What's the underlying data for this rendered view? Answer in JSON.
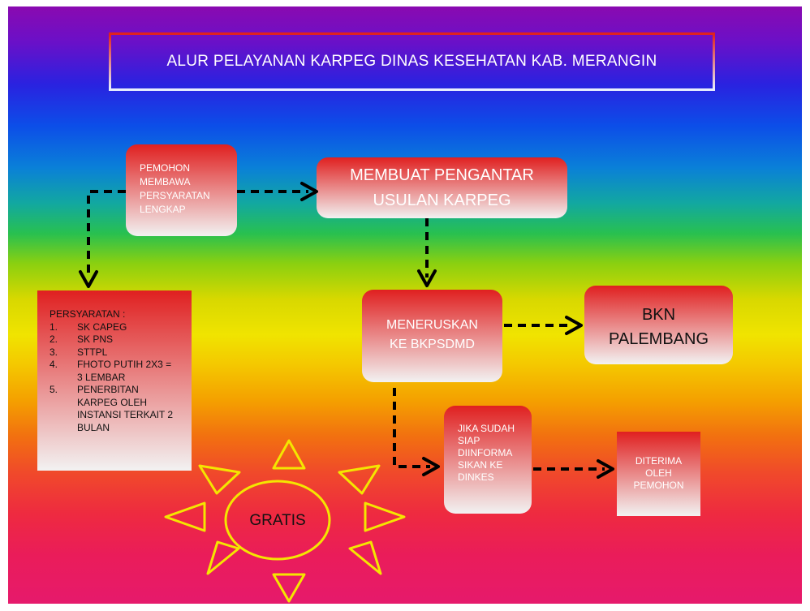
{
  "title": "ALUR PELAYANAN KARPEG DINAS KESEHATAN KAB. MERANGIN",
  "nodes": {
    "pemohon": [
      "PEMOHON",
      "MEMBAWA",
      "PERSYARATAN",
      "LENGKAP"
    ],
    "pengantar": [
      "MEMBUAT PENGANTAR",
      "USULAN KARPEG"
    ],
    "meneruskan": [
      "MENERUSKAN",
      "KE BKPSDMD"
    ],
    "bkn": [
      "BKN",
      "PALEMBANG"
    ],
    "jika": [
      "JIKA SUDAH",
      "SIAP",
      "DIINFORMA",
      "SIKAN KE",
      "DINKES"
    ],
    "diterima": [
      "DITERIMA",
      "OLEH",
      "PEMOHON"
    ]
  },
  "persyaratan": {
    "heading": "PERSYARATAN :",
    "items": [
      {
        "num": "1.",
        "lines": [
          "SK CAPEG"
        ]
      },
      {
        "num": "2.",
        "lines": [
          "SK PNS"
        ]
      },
      {
        "num": "3.",
        "lines": [
          "STTPL"
        ]
      },
      {
        "num": "4.",
        "lines": [
          "FHOTO PUTIH 2X3 =",
          "3 LEMBAR"
        ]
      },
      {
        "num": "5.",
        "lines": [
          "PENERBITAN",
          "KARPEG OLEH",
          "INSTANSI TERKAIT 2",
          "BULAN"
        ]
      }
    ]
  },
  "gratis": "GRATIS",
  "colors": {
    "sun_stroke": "#f4e600",
    "arrow": "#000000",
    "border_top": "#e02020",
    "border_bottom": "#f2f2f2"
  }
}
